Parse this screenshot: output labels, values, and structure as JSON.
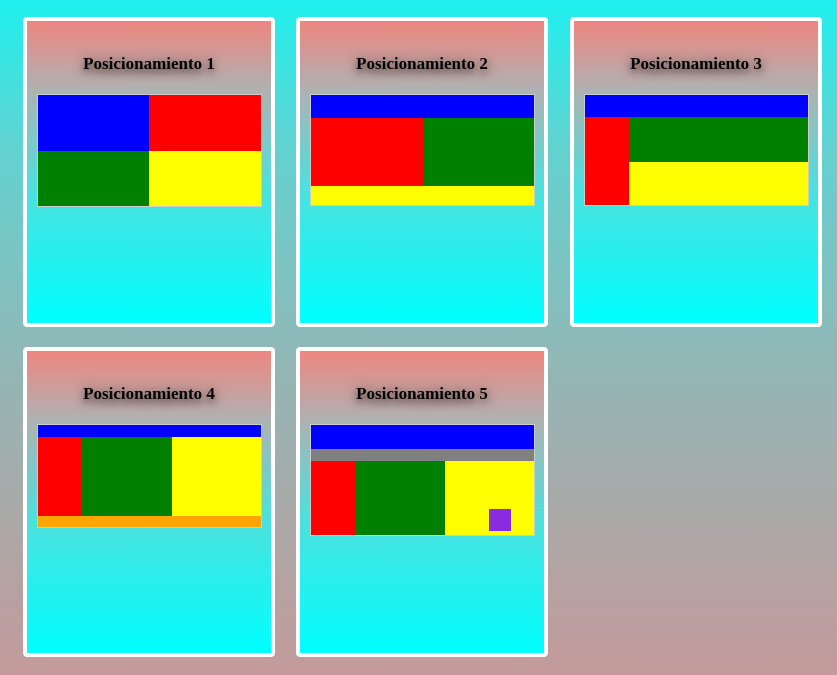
{
  "page": {
    "colors": {
      "background_top": "#1ef0ee",
      "background_bottom": "#c49a9a",
      "card_top": "#ee8680",
      "card_bottom": "#00ffff",
      "card_border": "#ffffff"
    }
  },
  "cards": [
    {
      "title": "Posicionamiento 1",
      "blocks": [
        {
          "color": "#0000ff",
          "label": ""
        },
        {
          "color": "#ff0000",
          "label": ""
        },
        {
          "color": "#008000",
          "label": ""
        },
        {
          "color": "#ffff00",
          "label": ""
        }
      ]
    },
    {
      "title": "Posicionamiento 2",
      "blocks": [
        {
          "color": "#0000ff",
          "label": ""
        },
        {
          "color": "#ff0000",
          "label": ""
        },
        {
          "color": "#008000",
          "label": ""
        },
        {
          "color": "#ffff00",
          "label": ""
        }
      ]
    },
    {
      "title": "Posicionamiento 3",
      "blocks": [
        {
          "color": "#0000ff",
          "label": ""
        },
        {
          "color": "#ff0000",
          "label": ""
        },
        {
          "color": "#008000",
          "label": ""
        },
        {
          "color": "#ffff00",
          "label": ""
        }
      ]
    },
    {
      "title": "Posicionamiento 4",
      "blocks": [
        {
          "color": "#0000ff",
          "label": ""
        },
        {
          "color": "#ff0000",
          "label": ""
        },
        {
          "color": "#008000",
          "label": ""
        },
        {
          "color": "#ffff00",
          "label": ""
        },
        {
          "color": "#ffa500",
          "label": ""
        }
      ]
    },
    {
      "title": "Posicionamiento 5",
      "blocks": [
        {
          "color": "#0000ff",
          "label": ""
        },
        {
          "color": "#808080",
          "label": ""
        },
        {
          "color": "#ff0000",
          "label": ""
        },
        {
          "color": "#008000",
          "label": ""
        },
        {
          "color": "#ffff00",
          "label": ""
        },
        {
          "color": "#8a2be2",
          "label": ""
        }
      ]
    }
  ]
}
